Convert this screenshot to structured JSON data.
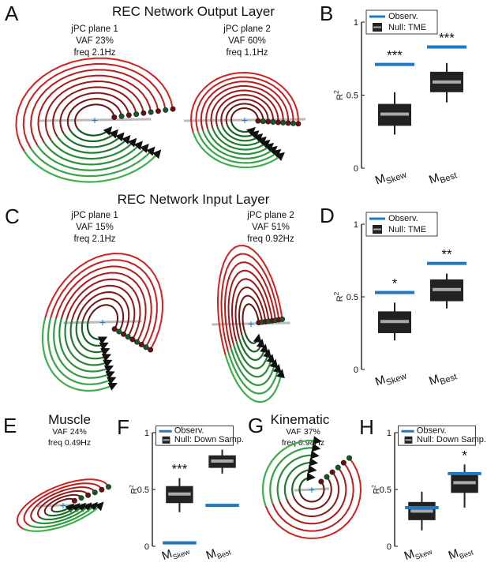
{
  "panels": {
    "A": {
      "label": "A",
      "title": "REC Network Output Layer",
      "plane1": [
        "jPC plane 1",
        "VAF 23%",
        "freq 2.1Hz"
      ],
      "plane2": [
        "jPC plane 2",
        "VAF 60%",
        "freq 1.1Hz"
      ]
    },
    "C": {
      "label": "C",
      "title": "REC Network Input Layer",
      "plane1": [
        "jPC plane 1",
        "VAF 15%",
        "freq 2.1Hz"
      ],
      "plane2": [
        "jPC plane 2",
        "VAF 51%",
        "freq 0.92Hz"
      ]
    },
    "E": {
      "label": "E",
      "title": "Muscle",
      "info": [
        "VAF 24%",
        "freq 0.49Hz"
      ]
    },
    "G": {
      "label": "G",
      "title": "Kinematic",
      "info": [
        "VAF 37%",
        "freq 0.94Hz"
      ]
    }
  },
  "colors": {
    "box": "#222222",
    "median": "#aaaaaa",
    "observed": "#1f78c1",
    "red": "#d42020",
    "darkred": "#6a1010",
    "green": "#3cb04a",
    "darkgreen": "#145a22"
  },
  "chart_data": [
    {
      "id": "B",
      "type": "box",
      "panel_label": "B",
      "categories": [
        "M_Skew",
        "M_Best"
      ],
      "cat_main": [
        "M",
        "M"
      ],
      "cat_sub": [
        "Skew",
        "Best"
      ],
      "ylabel": "R",
      "ylabel_sup": "2",
      "ylim": [
        0,
        1
      ],
      "yticks": [
        "0",
        "0.5",
        "1"
      ],
      "legend": [
        "Observ.",
        "Null: TME"
      ],
      "boxes": [
        {
          "whisker_low": 0.23,
          "q1": 0.29,
          "median": 0.37,
          "q3": 0.44,
          "whisker_high": 0.52
        },
        {
          "whisker_low": 0.45,
          "q1": 0.52,
          "median": 0.59,
          "q3": 0.66,
          "whisker_high": 0.72
        }
      ],
      "observed": [
        0.71,
        0.83
      ],
      "significance": [
        "***",
        "***"
      ]
    },
    {
      "id": "D",
      "type": "box",
      "panel_label": "D",
      "categories": [
        "M_Skew",
        "M_Best"
      ],
      "cat_main": [
        "M",
        "M"
      ],
      "cat_sub": [
        "Skew",
        "Best"
      ],
      "ylabel": "R",
      "ylabel_sup": "2",
      "ylim": [
        0,
        1
      ],
      "yticks": [
        "0",
        "0.5",
        "1"
      ],
      "legend": [
        "Observ.",
        "Null: TME"
      ],
      "boxes": [
        {
          "whisker_low": 0.2,
          "q1": 0.25,
          "median": 0.33,
          "q3": 0.4,
          "whisker_high": 0.46
        },
        {
          "whisker_low": 0.42,
          "q1": 0.47,
          "median": 0.55,
          "q3": 0.62,
          "whisker_high": 0.66
        }
      ],
      "observed": [
        0.53,
        0.73
      ],
      "significance": [
        "*",
        "**"
      ]
    },
    {
      "id": "F",
      "type": "box",
      "panel_label": "F",
      "categories": [
        "M_Skew",
        "M_Best"
      ],
      "cat_main": [
        "M",
        "M"
      ],
      "cat_sub": [
        "Skew",
        "Best"
      ],
      "ylabel": "R",
      "ylabel_sup": "2",
      "ylim": [
        0,
        1
      ],
      "yticks": [
        "0",
        "0.5",
        "1"
      ],
      "legend": [
        "Observ.",
        "Null: Down Samp."
      ],
      "boxes": [
        {
          "whisker_low": 0.3,
          "q1": 0.38,
          "median": 0.46,
          "q3": 0.53,
          "whisker_high": 0.6
        },
        {
          "whisker_low": 0.64,
          "q1": 0.69,
          "median": 0.75,
          "q3": 0.8,
          "whisker_high": 0.85
        }
      ],
      "observed": [
        0.03,
        0.36
      ],
      "significance": [
        "***",
        "***"
      ]
    },
    {
      "id": "H",
      "type": "box",
      "panel_label": "H",
      "categories": [
        "M_Skew",
        "M_Best"
      ],
      "cat_main": [
        "M",
        "M"
      ],
      "cat_sub": [
        "Skew",
        "Best"
      ],
      "ylabel": "R",
      "ylabel_sup": "2",
      "ylim": [
        0,
        1
      ],
      "yticks": [
        "0",
        "0.5",
        "1"
      ],
      "legend": [
        "Observ.",
        "Null: Down Samp."
      ],
      "boxes": [
        {
          "whisker_low": 0.14,
          "q1": 0.23,
          "median": 0.31,
          "q3": 0.39,
          "whisker_high": 0.48
        },
        {
          "whisker_low": 0.34,
          "q1": 0.47,
          "median": 0.56,
          "q3": 0.64,
          "whisker_high": 0.72
        }
      ],
      "observed": [
        0.34,
        0.64
      ],
      "significance": [
        "",
        "*"
      ]
    }
  ]
}
